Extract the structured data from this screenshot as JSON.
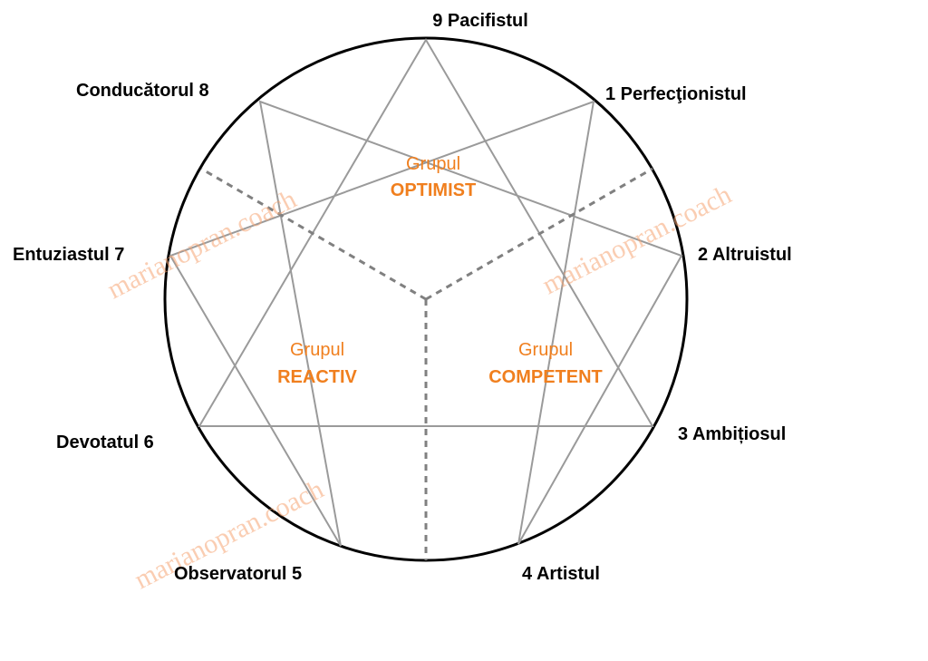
{
  "diagram": {
    "type_labels": {
      "t9": "9  Pacifistul",
      "t1": "1  Perfecţionistul",
      "t2": "2  Altruistul",
      "t3": "3  Ambițiosul",
      "t4": "4  Artistul",
      "t5": "Observatorul  5",
      "t6": "Devotatul  6",
      "t7": "Entuziastul 7",
      "t8": "Conducătorul 8"
    },
    "groups": {
      "optimist": {
        "title": "Grupul",
        "name": "OPTIMIST"
      },
      "reactiv": {
        "title": "Grupul",
        "name": "REACTIV"
      },
      "competent": {
        "title": "Grupul",
        "name": "COMPETENT"
      }
    },
    "watermark": "marianopran.coach",
    "colors": {
      "accent": "#f07f1e",
      "watermark": "#f6a574",
      "line": "#9a9a9a",
      "dashed": "#808080",
      "circle": "#000000"
    }
  }
}
